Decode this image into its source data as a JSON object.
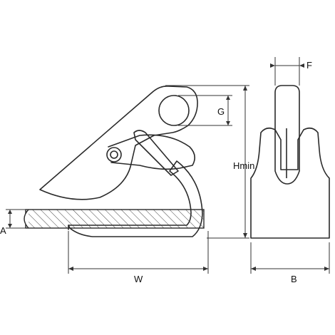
{
  "labels": {
    "a": "A",
    "w": "W",
    "g": "G",
    "hmin": "Hmin",
    "f": "F",
    "b": "B"
  },
  "colors": {
    "stroke": "#2a2a2a",
    "dimension": "#333333",
    "background": "#ffffff"
  }
}
